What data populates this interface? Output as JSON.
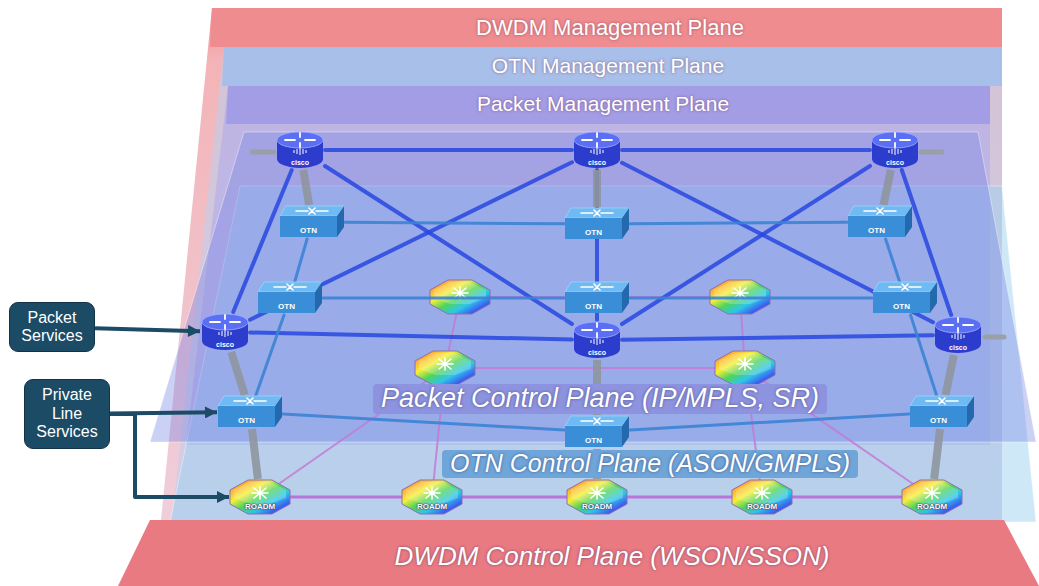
{
  "diagram": {
    "nodes": [
      {
        "text": [
          "DWDM Management Plane"
        ]
      },
      {
        "text": [
          "OTN Management Plane"
        ]
      },
      {
        "text": [
          "Packet Management Plane"
        ]
      },
      {
        "text": [
          "cisco"
        ]
      },
      {
        "text": [
          "cisco"
        ]
      },
      {
        "text": [
          "cisco"
        ]
      },
      {
        "text": [
          "OTN"
        ]
      },
      {
        "text": [
          "OTN"
        ]
      },
      {
        "text": [
          "OTN"
        ]
      },
      {
        "text": [
          "OTN"
        ]
      },
      {
        "text": [
          "OTN"
        ]
      },
      {
        "text": [
          "OTN"
        ]
      },
      {
        "text": [
          "Packet Services"
        ]
      },
      {
        "text": [
          "cisco"
        ]
      },
      {
        "text": [
          "cisco"
        ]
      },
      {
        "text": [
          "cisco"
        ]
      },
      {
        "text": [
          "Private Line Services"
        ]
      },
      {
        "text": [
          "Packet Control Plane (IP/MPLS, SR)"
        ]
      },
      {
        "text": [
          "OTN"
        ]
      },
      {
        "text": [
          "OTN"
        ]
      },
      {
        "text": [
          "OTN"
        ]
      },
      {
        "text": [
          "OTN Control Plane (ASON/GMPLS)"
        ]
      },
      {
        "text": [
          "ROADM"
        ]
      },
      {
        "text": [
          "ROADM"
        ]
      },
      {
        "text": [
          "ROADM"
        ]
      },
      {
        "text": [
          "ROADM"
        ]
      },
      {
        "text": [
          "ROADM"
        ]
      },
      {
        "text": [
          "DWDM Control Plane (WSON/SSON)"
        ]
      }
    ],
    "edges": [
      {
        "from": 3,
        "to": 4,
        "arrow": "none"
      },
      {
        "from": 4,
        "to": 5,
        "arrow": "none"
      },
      {
        "from": 13,
        "to": 14,
        "arrow": "none"
      },
      {
        "from": 14,
        "to": 15,
        "arrow": "none"
      },
      {
        "from": 3,
        "to": 13,
        "arrow": "none"
      },
      {
        "from": 4,
        "to": 14,
        "arrow": "none"
      },
      {
        "from": 5,
        "to": 15,
        "arrow": "none"
      },
      {
        "from": 3,
        "to": 14,
        "arrow": "none"
      },
      {
        "from": 4,
        "to": 13,
        "arrow": "none"
      },
      {
        "from": 4,
        "to": 15,
        "arrow": "none"
      },
      {
        "from": 5,
        "to": 14,
        "arrow": "none"
      },
      {
        "from": 3,
        "to": 6,
        "arrow": "none"
      },
      {
        "from": 4,
        "to": 7,
        "arrow": "none"
      },
      {
        "from": 5,
        "to": 8,
        "arrow": "none"
      },
      {
        "from": 13,
        "to": 18,
        "arrow": "none"
      },
      {
        "from": 14,
        "to": 19,
        "arrow": "none"
      },
      {
        "from": 15,
        "to": 20,
        "arrow": "none"
      },
      {
        "from": 6,
        "to": 7,
        "arrow": "none"
      },
      {
        "from": 7,
        "to": 8,
        "arrow": "none"
      },
      {
        "from": 9,
        "to": 10,
        "arrow": "none"
      },
      {
        "from": 10,
        "to": 11,
        "arrow": "none"
      },
      {
        "from": 18,
        "to": 19,
        "arrow": "none"
      },
      {
        "from": 19,
        "to": 20,
        "arrow": "none"
      },
      {
        "from": 6,
        "to": 9,
        "arrow": "none"
      },
      {
        "from": 8,
        "to": 11,
        "arrow": "none"
      },
      {
        "from": 9,
        "to": 18,
        "arrow": "none"
      },
      {
        "from": 11,
        "to": 20,
        "arrow": "none"
      },
      {
        "from": 18,
        "to": 22,
        "arrow": "none"
      },
      {
        "from": 19,
        "to": 24,
        "arrow": "none"
      },
      {
        "from": 20,
        "to": 26,
        "arrow": "none"
      },
      {
        "from": 22,
        "to": 23,
        "arrow": "none"
      },
      {
        "from": 23,
        "to": 24,
        "arrow": "none"
      },
      {
        "from": 24,
        "to": 25,
        "arrow": "none"
      },
      {
        "from": 25,
        "to": 26,
        "arrow": "none"
      },
      {
        "from": 12,
        "to": 13,
        "arrow": "to"
      },
      {
        "from": 16,
        "to": 18,
        "arrow": "to"
      },
      {
        "from": 16,
        "to": 22,
        "arrow": "to"
      }
    ]
  }
}
